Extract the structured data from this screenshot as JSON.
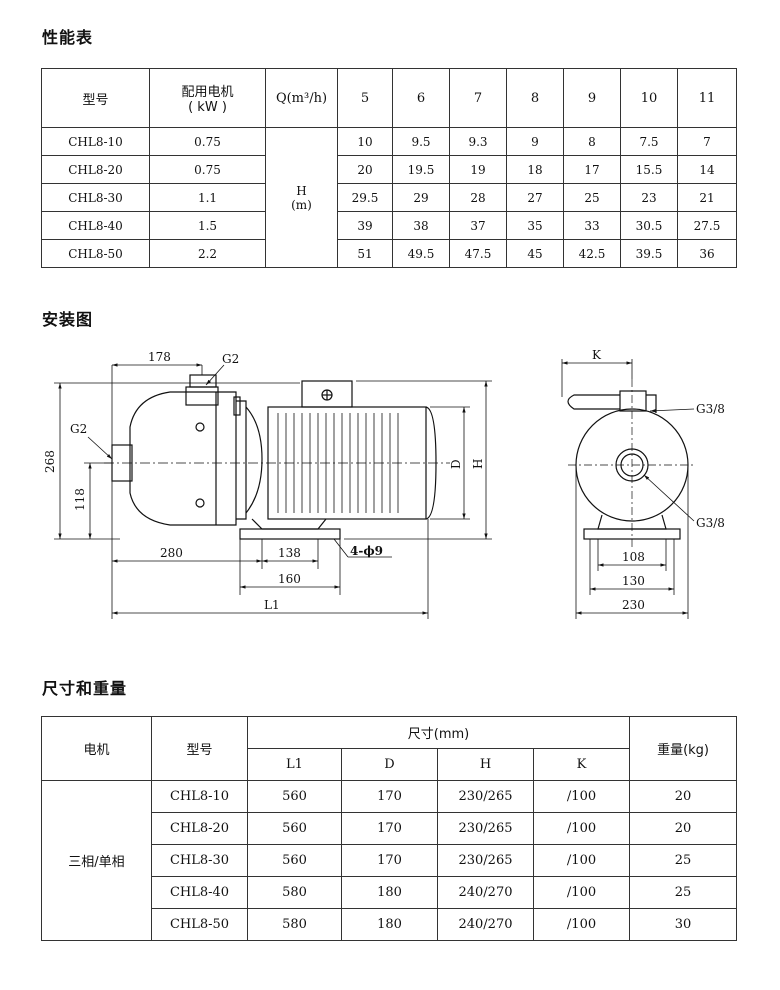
{
  "perf": {
    "heading": "性能表",
    "col_model": "型号",
    "col_motor": "配用电机",
    "col_motor_unit": "( kW )",
    "col_q": "Q(m³/h)",
    "q_values": [
      "5",
      "6",
      "7",
      "8",
      "9",
      "10",
      "11"
    ],
    "h_label": "H",
    "h_unit": "(m)",
    "rows": [
      {
        "model": "CHL8-10",
        "kw": "0.75",
        "h": [
          "10",
          "9.5",
          "9.3",
          "9",
          "8",
          "7.5",
          "7"
        ]
      },
      {
        "model": "CHL8-20",
        "kw": "0.75",
        "h": [
          "20",
          "19.5",
          "19",
          "18",
          "17",
          "15.5",
          "14"
        ]
      },
      {
        "model": "CHL8-30",
        "kw": "1.1",
        "h": [
          "29.5",
          "29",
          "28",
          "27",
          "25",
          "23",
          "21"
        ]
      },
      {
        "model": "CHL8-40",
        "kw": "1.5",
        "h": [
          "39",
          "38",
          "37",
          "35",
          "33",
          "30.5",
          "27.5"
        ]
      },
      {
        "model": "CHL8-50",
        "kw": "2.2",
        "h": [
          "51",
          "49.5",
          "47.5",
          "45",
          "42.5",
          "39.5",
          "36"
        ]
      }
    ]
  },
  "install": {
    "heading": "安装图",
    "side": {
      "d178": "178",
      "g2_top": "G2",
      "g2_left": "G2",
      "d268": "268",
      "d118": "118",
      "d280": "280",
      "d138": "138",
      "d160": "160",
      "l1": "L1",
      "holes": "4-ϕ9",
      "d": "D",
      "h": "H"
    },
    "front": {
      "k": "K",
      "g38_top": "G3/8",
      "g38_bottom": "G3/8",
      "d108": "108",
      "d130": "130",
      "d230": "230"
    }
  },
  "dims": {
    "heading": "尺寸和重量",
    "col_motor": "电机",
    "col_model": "型号",
    "col_size": "尺寸(mm)",
    "sub_cols": [
      "L1",
      "D",
      "H",
      "K"
    ],
    "col_weight": "重量(kg)",
    "motor_type": "三相/单相",
    "rows": [
      {
        "model": "CHL8-10",
        "l1": "560",
        "d": "170",
        "h": "230/265",
        "k": "/100",
        "w": "20"
      },
      {
        "model": "CHL8-20",
        "l1": "560",
        "d": "170",
        "h": "230/265",
        "k": "/100",
        "w": "20"
      },
      {
        "model": "CHL8-30",
        "l1": "560",
        "d": "170",
        "h": "230/265",
        "k": "/100",
        "w": "25"
      },
      {
        "model": "CHL8-40",
        "l1": "580",
        "d": "180",
        "h": "240/270",
        "k": "/100",
        "w": "25"
      },
      {
        "model": "CHL8-50",
        "l1": "580",
        "d": "180",
        "h": "240/270",
        "k": "/100",
        "w": "30"
      }
    ]
  }
}
